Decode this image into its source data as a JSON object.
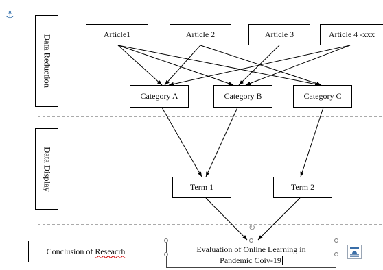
{
  "document": {
    "anchor_icon": "anchor-icon",
    "sections": {
      "reduction": "Data Reduction",
      "display": "Data Display"
    },
    "articles": [
      "Article1",
      "Article 2",
      "Article 3",
      "Article 4 -xxx"
    ],
    "categories": [
      "Category A",
      "Category B",
      "Category C"
    ],
    "terms": [
      "Term 1",
      "Term 2"
    ],
    "conclusion": {
      "label_main": "Conclusion of ",
      "label_misspelled": "Reseacrh"
    },
    "evaluation": {
      "line1": "Evaluation of Online Learning in",
      "line2": "Pandemic Coiv-19"
    },
    "layout_options_icon": "layout-options-icon",
    "rotate_handle_icon": "rotate-handle-icon"
  }
}
